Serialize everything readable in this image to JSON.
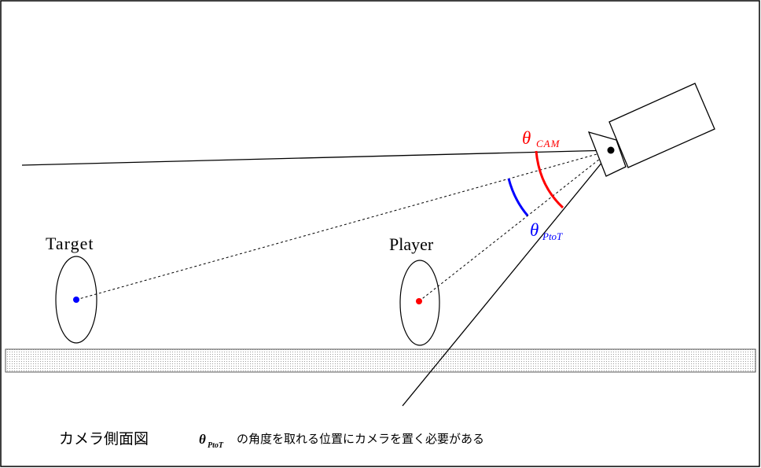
{
  "labels": {
    "target": "Target",
    "player": "Player",
    "theta_symbol": "θ",
    "theta_cam_sub": "CAM",
    "theta_ptot_sub": "PtoT"
  },
  "caption": {
    "title": "カメラ側面図",
    "theta_symbol": "θ",
    "theta_sub": "PtoT",
    "note": "の角度を取れる位置にカメラを置く必要がある"
  },
  "colors": {
    "line": "#000000",
    "cam_angle": "#ff0000",
    "ptot_angle": "#0000ff",
    "player_dot": "#ff0000",
    "target_dot": "#0000ff",
    "ground_fill": "#e6e6e6"
  }
}
